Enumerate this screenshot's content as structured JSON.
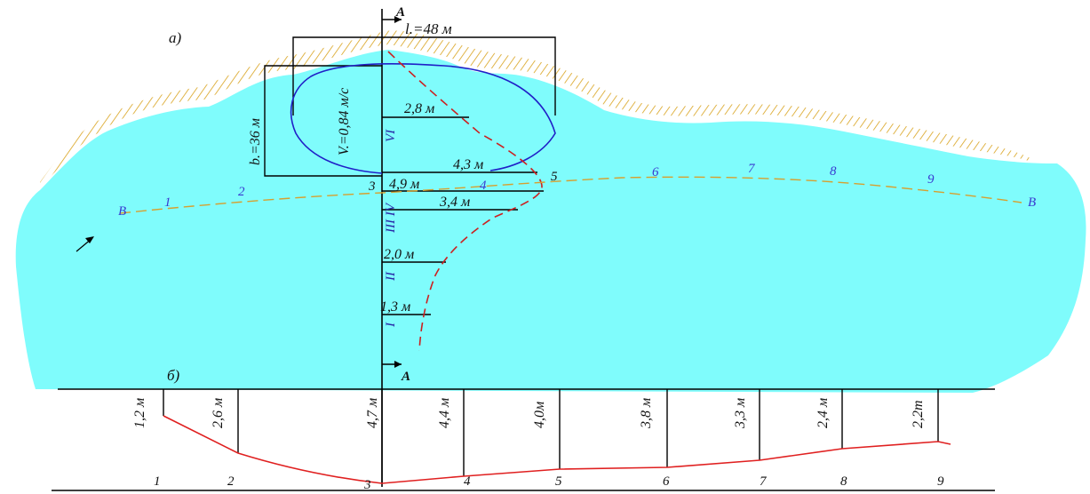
{
  "labels": {
    "part_a": "а)",
    "part_b": "б)",
    "section_top": "A",
    "section_bottom": "A",
    "length": "l.=48 м",
    "width": "b.=36 м",
    "volume": "V.=0,84 м/с",
    "line_b_left": "B",
    "line_b_right": "B",
    "zone_vi": "VI",
    "zone_iii_iv": "III IV",
    "zone_ii": "II",
    "zone_i": "I"
  },
  "depth_marks": [
    "2,8 м",
    "4,3 м",
    "4,9 м",
    "3,4 м",
    "2,0 м",
    "1,3 м"
  ],
  "plan_points": [
    "1",
    "2",
    "3",
    "4",
    "5",
    "6",
    "7",
    "8",
    "9"
  ],
  "profile": {
    "depths": [
      "1,2 м",
      "2,6 м",
      "4,7 м",
      "4,4 м",
      "4,0м",
      "3,8 м",
      "3,3 м",
      "2,4 м",
      "2,2т"
    ],
    "numbers": [
      "1",
      "2",
      "3",
      "4",
      "5",
      "6",
      "7",
      "8",
      "9"
    ]
  },
  "colors": {
    "water": "#7ffcfc",
    "shore_hatch": "#d9a21c",
    "profile_line": "#e02020",
    "jet_line": "#cc2020",
    "ellipse": "#2020c8",
    "b_line": "#d6a030"
  }
}
